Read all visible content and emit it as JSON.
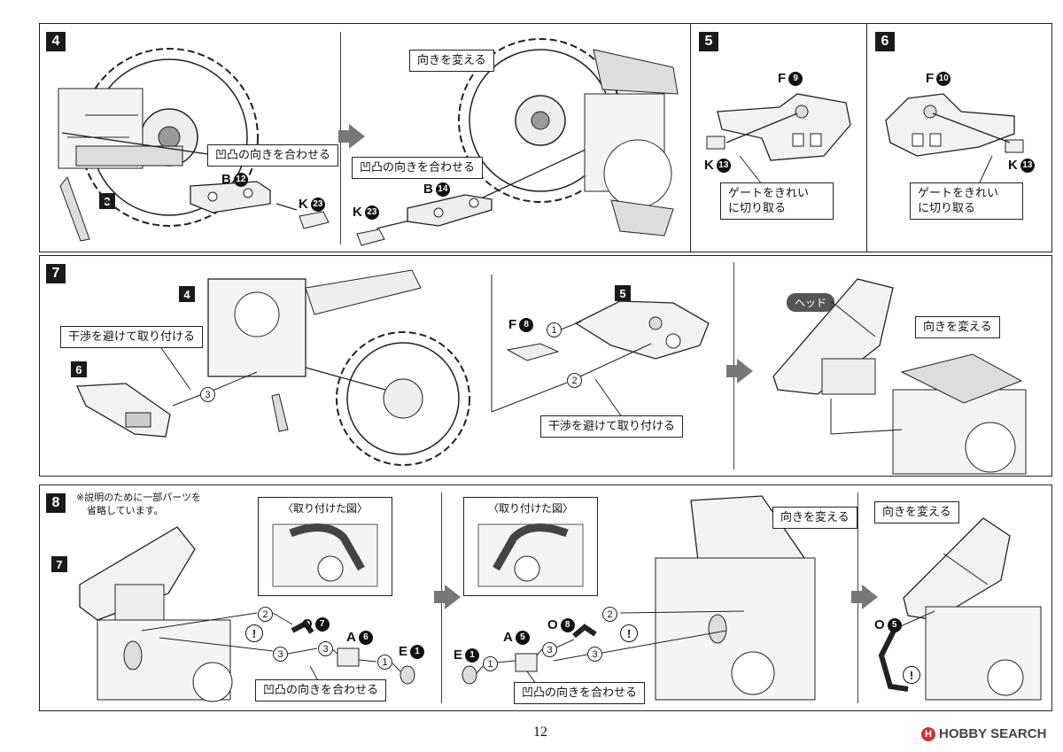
{
  "steps": {
    "s4": {
      "number": "4",
      "ref": "3",
      "callout_a": "凹凸の向きを合わせる",
      "callout_b": "向きを変える",
      "callout_c": "凹凸の向きを合わせる",
      "part_b12": {
        "letter": "B",
        "num": "12"
      },
      "part_k23a": {
        "letter": "K",
        "num": "23"
      },
      "part_b14": {
        "letter": "B",
        "num": "14"
      },
      "part_k23b": {
        "letter": "K",
        "num": "23"
      }
    },
    "s5": {
      "number": "5",
      "part_f": {
        "letter": "F",
        "num": "9"
      },
      "part_k": {
        "letter": "K",
        "num": "13"
      },
      "callout_l1": "ゲートをきれい",
      "callout_l2": "に切り取る"
    },
    "s6": {
      "number": "6",
      "part_f": {
        "letter": "F",
        "num": "10"
      },
      "part_k": {
        "letter": "K",
        "num": "13"
      },
      "callout_l1": "ゲートをきれい",
      "callout_l2": "に切り取る"
    },
    "s7": {
      "number": "7",
      "ref4": "4",
      "ref6": "6",
      "ref5": "5",
      "callout_a": "干渉を避けて取り付ける",
      "callout_b": "干渉を避けて取り付ける",
      "callout_c": "向きを変える",
      "head_label": "ヘッド",
      "part_f8": {
        "letter": "F",
        "num": "8"
      },
      "o1": "1",
      "o2": "2",
      "o3": "3"
    },
    "s8": {
      "number": "8",
      "ref7": "7",
      "note_l1": "※説明のために一部パーツを",
      "note_l2": "省略しています。",
      "inset_a": "〈取り付けた図〉",
      "inset_b": "〈取り付けた図〉",
      "callout_a": "凹凸の向きを合わせる",
      "callout_b": "凹凸の向きを合わせる",
      "callout_c": "向きを変える",
      "callout_d": "向きを変える",
      "part_o7": {
        "letter": "O",
        "num": "7"
      },
      "part_a6": {
        "letter": "A",
        "num": "6"
      },
      "part_e1a": {
        "letter": "E",
        "num": "1"
      },
      "part_e1b": {
        "letter": "E",
        "num": "1"
      },
      "part_a5": {
        "letter": "A",
        "num": "5"
      },
      "part_o8": {
        "letter": "O",
        "num": "8"
      },
      "part_o5": {
        "letter": "O",
        "num": "5"
      },
      "warn": "!",
      "o1": "1",
      "o2": "2",
      "o3": "3"
    }
  },
  "page_number": "12",
  "watermark": {
    "logo": "H",
    "text": "HOBBY SEARCH"
  }
}
